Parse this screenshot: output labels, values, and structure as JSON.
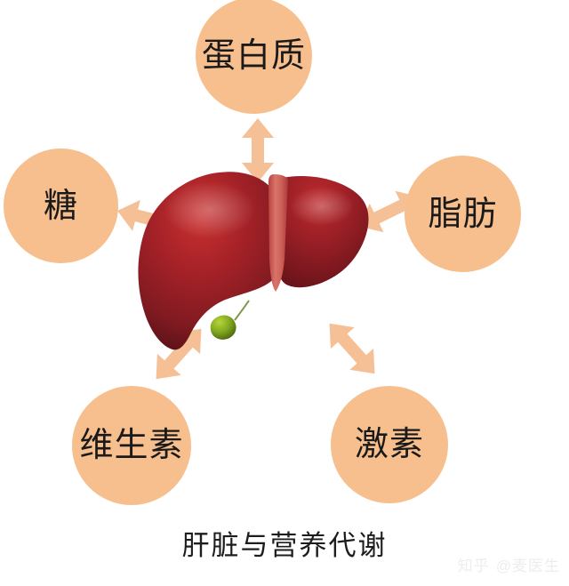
{
  "diagram": {
    "title": "肝脏与营养代谢",
    "center_node": {
      "name": "肝脏",
      "icon": "liver-illustration"
    },
    "nodes": [
      {
        "id": "protein",
        "label": "蛋白质",
        "position": "top"
      },
      {
        "id": "sugar",
        "label": "糖",
        "position": "left"
      },
      {
        "id": "fat",
        "label": "脂肪",
        "position": "right"
      },
      {
        "id": "vitamin",
        "label": "维生素",
        "position": "bottom-left"
      },
      {
        "id": "hormone",
        "label": "激素",
        "position": "bottom-right"
      }
    ],
    "connections": [
      {
        "from": "liver",
        "to": "protein",
        "type": "double-arrow",
        "direction": "vertical"
      },
      {
        "from": "liver",
        "to": "sugar",
        "type": "double-arrow",
        "direction": "horizontal"
      },
      {
        "from": "liver",
        "to": "fat",
        "type": "double-arrow",
        "direction": "diagonal-up-right"
      },
      {
        "from": "liver",
        "to": "vitamin",
        "type": "double-arrow",
        "direction": "diagonal-down-left"
      },
      {
        "from": "liver",
        "to": "hormone",
        "type": "double-arrow",
        "direction": "diagonal-down-right"
      }
    ],
    "colors": {
      "circle_fill": "#f7bf8e",
      "arrow_fill": "#f5c096",
      "label_text": "#1a1a1a",
      "caption_text": "#1d1d1d",
      "liver_body": "#8e1f26",
      "liver_highlight": "#c0272d",
      "ligament": "#d4645c",
      "gallbladder": "#7fa41f",
      "background": "#ffffff"
    }
  },
  "watermark": {
    "site": "知乎",
    "author": "@麦医生"
  }
}
